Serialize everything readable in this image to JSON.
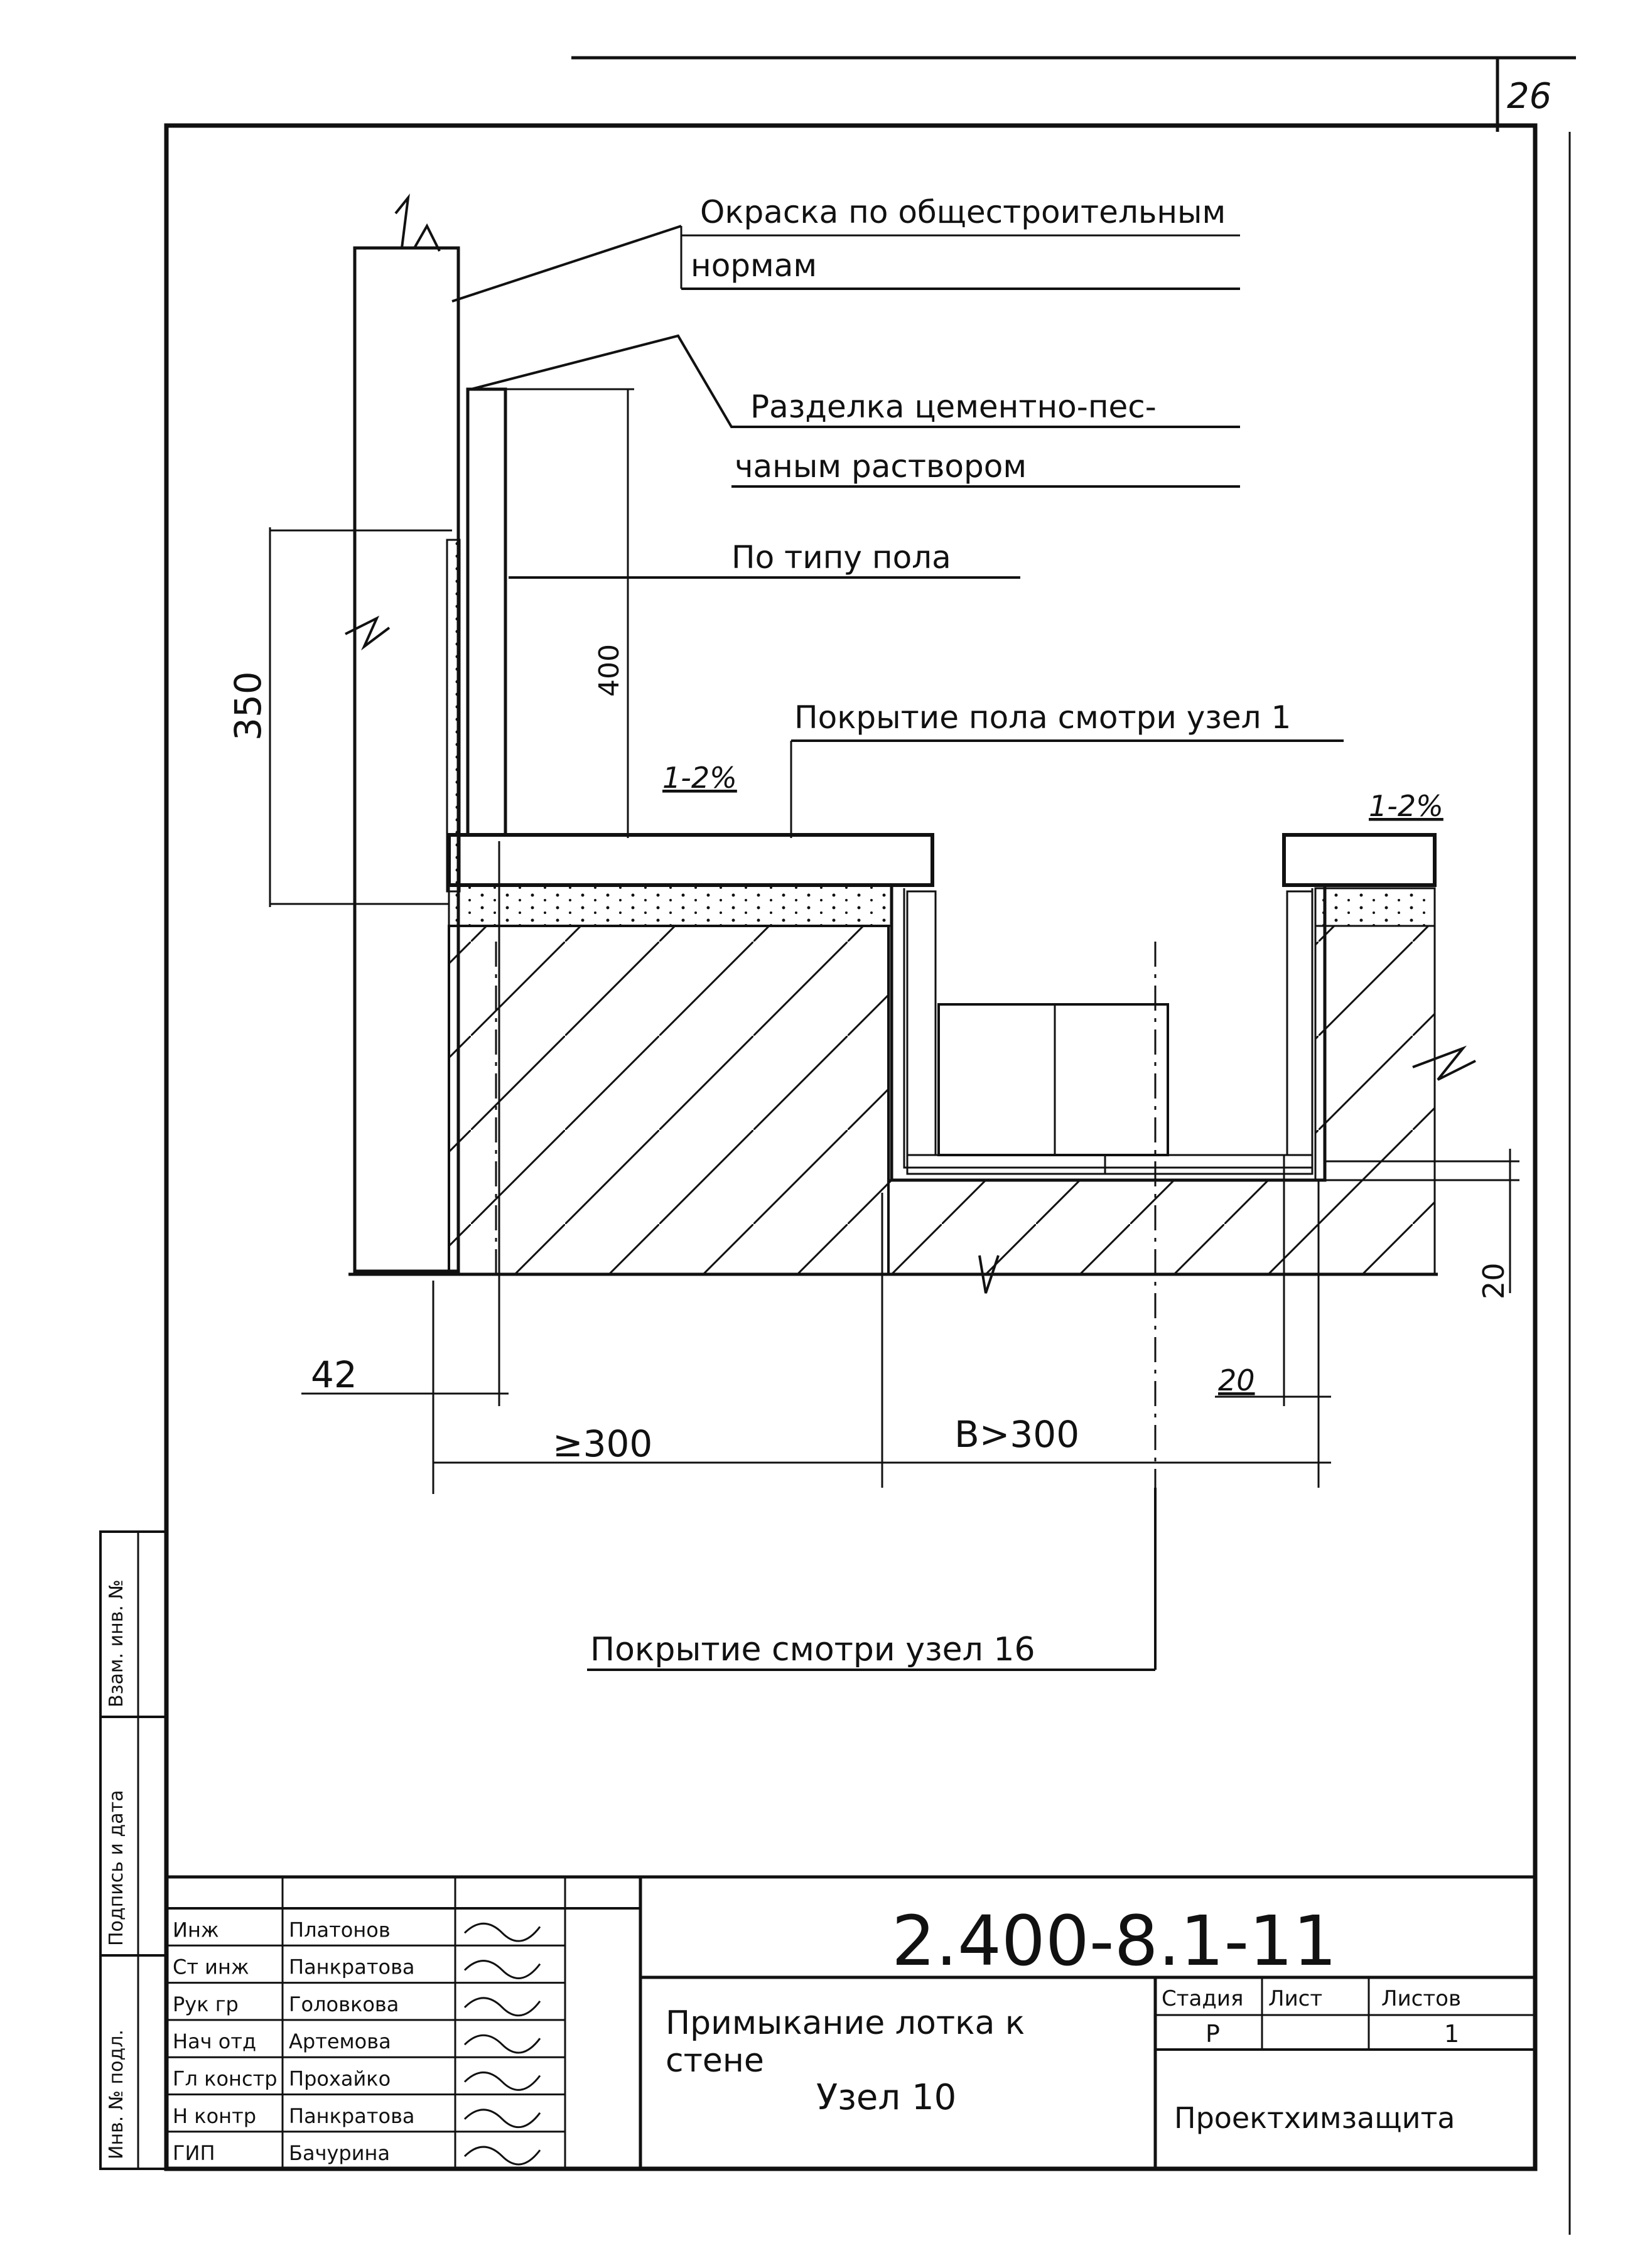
{
  "sheet": {
    "page_number": "26",
    "drawing_code": "2.400-8.1-11",
    "title_line1": "Примыкание лотка к",
    "title_line2": "стене",
    "node_label": "Узел 10",
    "organization": "Проектхимзащита",
    "stage_header": "Стадия",
    "sheet_header": "Лист",
    "sheets_header": "Листов",
    "stage_value": "Р",
    "sheets_value": "1"
  },
  "callouts": {
    "paint": "Окраска по общестроительным",
    "paint_cont": "нормам",
    "joint": "Разделка цементно-пес-",
    "joint_cont": "чаным раствором",
    "floor_type": "По типу пола",
    "floor_cover": "Покрытие пола смотри узел 1",
    "cover": "Покрытие смотри узел 16"
  },
  "dimensions": {
    "d350": "350",
    "d400": "400",
    "slope_left": "1-2%",
    "slope_right": "1-2%",
    "d42": "42",
    "d300": "≥300",
    "b300": "B>300",
    "d20_bottom": "20",
    "d20_right": "20"
  },
  "side_stamp": {
    "inv_orig": "Инв. № подл.",
    "sign_date": "Подпись и дата",
    "inv_repl": "Взам. инв. №"
  },
  "signatures": [
    {
      "role": "Инж",
      "name": "Платонов"
    },
    {
      "role": "Ст инж",
      "name": "Панкратова"
    },
    {
      "role": "Рук гр",
      "name": "Головкова"
    },
    {
      "role": "Нач отд",
      "name": "Артемова"
    },
    {
      "role": "Гл констр",
      "name": "Прохайко"
    },
    {
      "role": "Н контр",
      "name": "Панкратова"
    },
    {
      "role": "ГИП",
      "name": "Бачурина"
    }
  ]
}
